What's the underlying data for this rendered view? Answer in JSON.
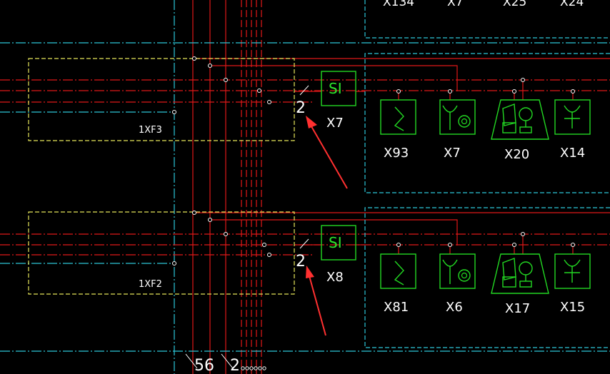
{
  "colors": {
    "background": "#000000",
    "red": "#e01818",
    "cyan": "#2cc6d8",
    "yellow": "#e6e65a",
    "green": "#22d822",
    "white": "#ffffff",
    "arrow": "#ff3030"
  },
  "top_labels": [
    "X134",
    "X7",
    "X25",
    "X24"
  ],
  "groups": [
    {
      "box_label": "1XF3",
      "wire_number": "2",
      "si_text": "SI",
      "si_label": "X7",
      "device_labels": [
        "X93",
        "X7",
        "X20",
        "X14"
      ]
    },
    {
      "box_label": "1XF2",
      "wire_number": "2",
      "si_text": "SI",
      "si_label": "X8",
      "device_labels": [
        "X81",
        "X6",
        "X17",
        "X15"
      ]
    }
  ],
  "bottom_labels": [
    "56",
    "2"
  ],
  "icons": [
    "wave-icon",
    "horn-lamp-icon",
    "speaker-lamp-icon",
    "ground-symbol-icon",
    "red-arrow-icon"
  ]
}
